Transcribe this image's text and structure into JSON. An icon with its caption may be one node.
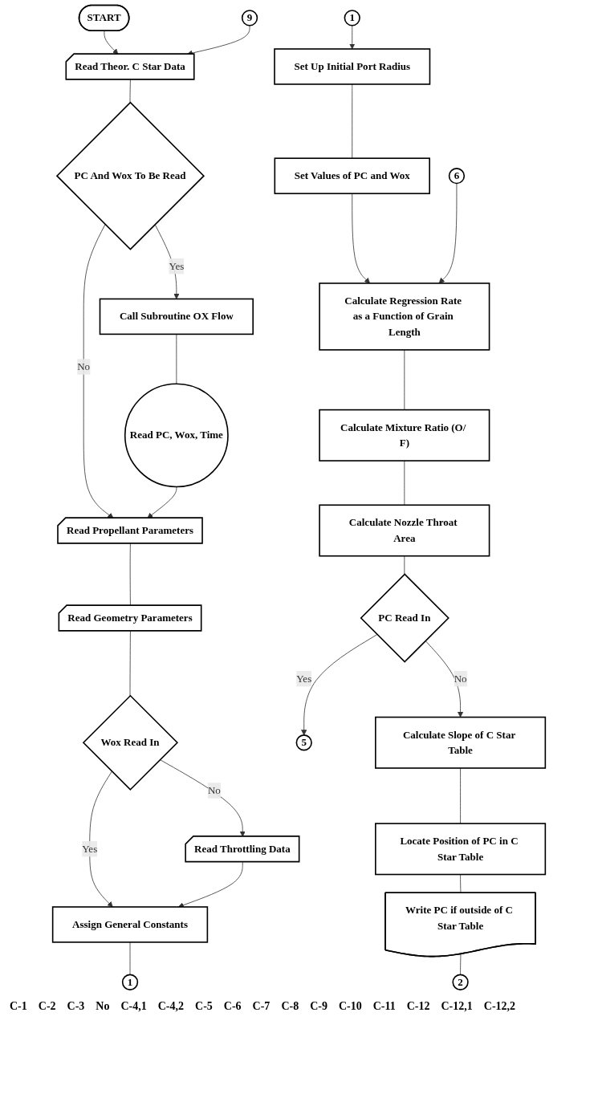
{
  "diagram": {
    "nodes": [
      {
        "text": [
          "START"
        ]
      },
      {
        "text": [
          "9"
        ]
      },
      {
        "text": [
          "Read Theor. C Star Data"
        ]
      },
      {
        "text": [
          "PC And Wox To Be Read"
        ]
      },
      {
        "text": [
          "Call Subroutine OX Flow"
        ]
      },
      {
        "text": [
          "Read PC, Wox, Time"
        ]
      },
      {
        "text": [
          "Read Propellant Parameters"
        ]
      },
      {
        "text": [
          "Read Geometry Parameters"
        ]
      },
      {
        "text": [
          "Wox Read In"
        ]
      },
      {
        "text": [
          "Read Throttling Data"
        ]
      },
      {
        "text": [
          "Assign General Constants"
        ]
      },
      {
        "text": [
          "1"
        ]
      },
      {
        "text": [
          "1"
        ]
      },
      {
        "text": [
          "Set Up Initial Port Radius"
        ]
      },
      {
        "text": [
          "Set Values of PC and Wox"
        ]
      },
      {
        "text": [
          "6"
        ]
      },
      {
        "text": [
          "Calculate Regression Rate as a Function of Grain Length"
        ]
      },
      {
        "text": [
          "Calculate Mixture Ratio (O/ F)"
        ]
      },
      {
        "text": [
          "Calculate Nozzle Throat Area"
        ]
      },
      {
        "text": [
          "PC Read In"
        ]
      },
      {
        "text": [
          "5"
        ]
      },
      {
        "text": [
          "Calculate Slope of C Star Table"
        ]
      },
      {
        "text": [
          "Locate Position of PC in C Star Table"
        ]
      },
      {
        "text": [
          "Write PC if outside of C Star Table"
        ]
      },
      {
        "text": [
          "2"
        ]
      }
    ],
    "edges": [
      {
        "from": 0,
        "to": 2,
        "arrow": "to"
      },
      {
        "from": 1,
        "to": 2,
        "arrow": "to"
      },
      {
        "from": 2,
        "to": 3,
        "arrow": "none"
      },
      {
        "from": 3,
        "to": 4,
        "label": "Yes",
        "arrow": "to"
      },
      {
        "from": 3,
        "to": 6,
        "label": "No",
        "arrow": "to"
      },
      {
        "from": 4,
        "to": 5,
        "arrow": "none"
      },
      {
        "from": 5,
        "to": 6,
        "arrow": "to"
      },
      {
        "from": 6,
        "to": 7,
        "arrow": "none"
      },
      {
        "from": 7,
        "to": 8,
        "arrow": "none"
      },
      {
        "from": 8,
        "to": 9,
        "label": "No",
        "arrow": "to"
      },
      {
        "from": 8,
        "to": 10,
        "label": "Yes",
        "arrow": "to"
      },
      {
        "from": 9,
        "to": 10,
        "arrow": "to"
      },
      {
        "from": 10,
        "to": 11,
        "arrow": "none"
      },
      {
        "from": 12,
        "to": 13,
        "arrow": "to"
      },
      {
        "from": 13,
        "to": 14,
        "arrow": "none"
      },
      {
        "from": 14,
        "to": 16,
        "arrow": "to"
      },
      {
        "from": 15,
        "to": 16,
        "arrow": "to"
      },
      {
        "from": 16,
        "to": 17,
        "arrow": "none"
      },
      {
        "from": 17,
        "to": 18,
        "arrow": "none"
      },
      {
        "from": 18,
        "to": 19,
        "arrow": "none"
      },
      {
        "from": 19,
        "to": 20,
        "label": "Yes",
        "arrow": "to"
      },
      {
        "from": 19,
        "to": 21,
        "label": "No",
        "arrow": "to"
      },
      {
        "from": 21,
        "to": 22,
        "arrow": "none"
      },
      {
        "from": 22,
        "to": 23,
        "arrow": "none"
      },
      {
        "from": 23,
        "to": 24,
        "arrow": "none"
      }
    ],
    "labels": [
      "C-1",
      "C-2",
      "C-3",
      "No",
      "C-4,1",
      "C-4,2",
      "C-5",
      "C-6",
      "C-7",
      "C-8",
      "C-9",
      "C-10",
      "C-11",
      "C-12",
      "C-12,1",
      "C-12,2"
    ]
  }
}
